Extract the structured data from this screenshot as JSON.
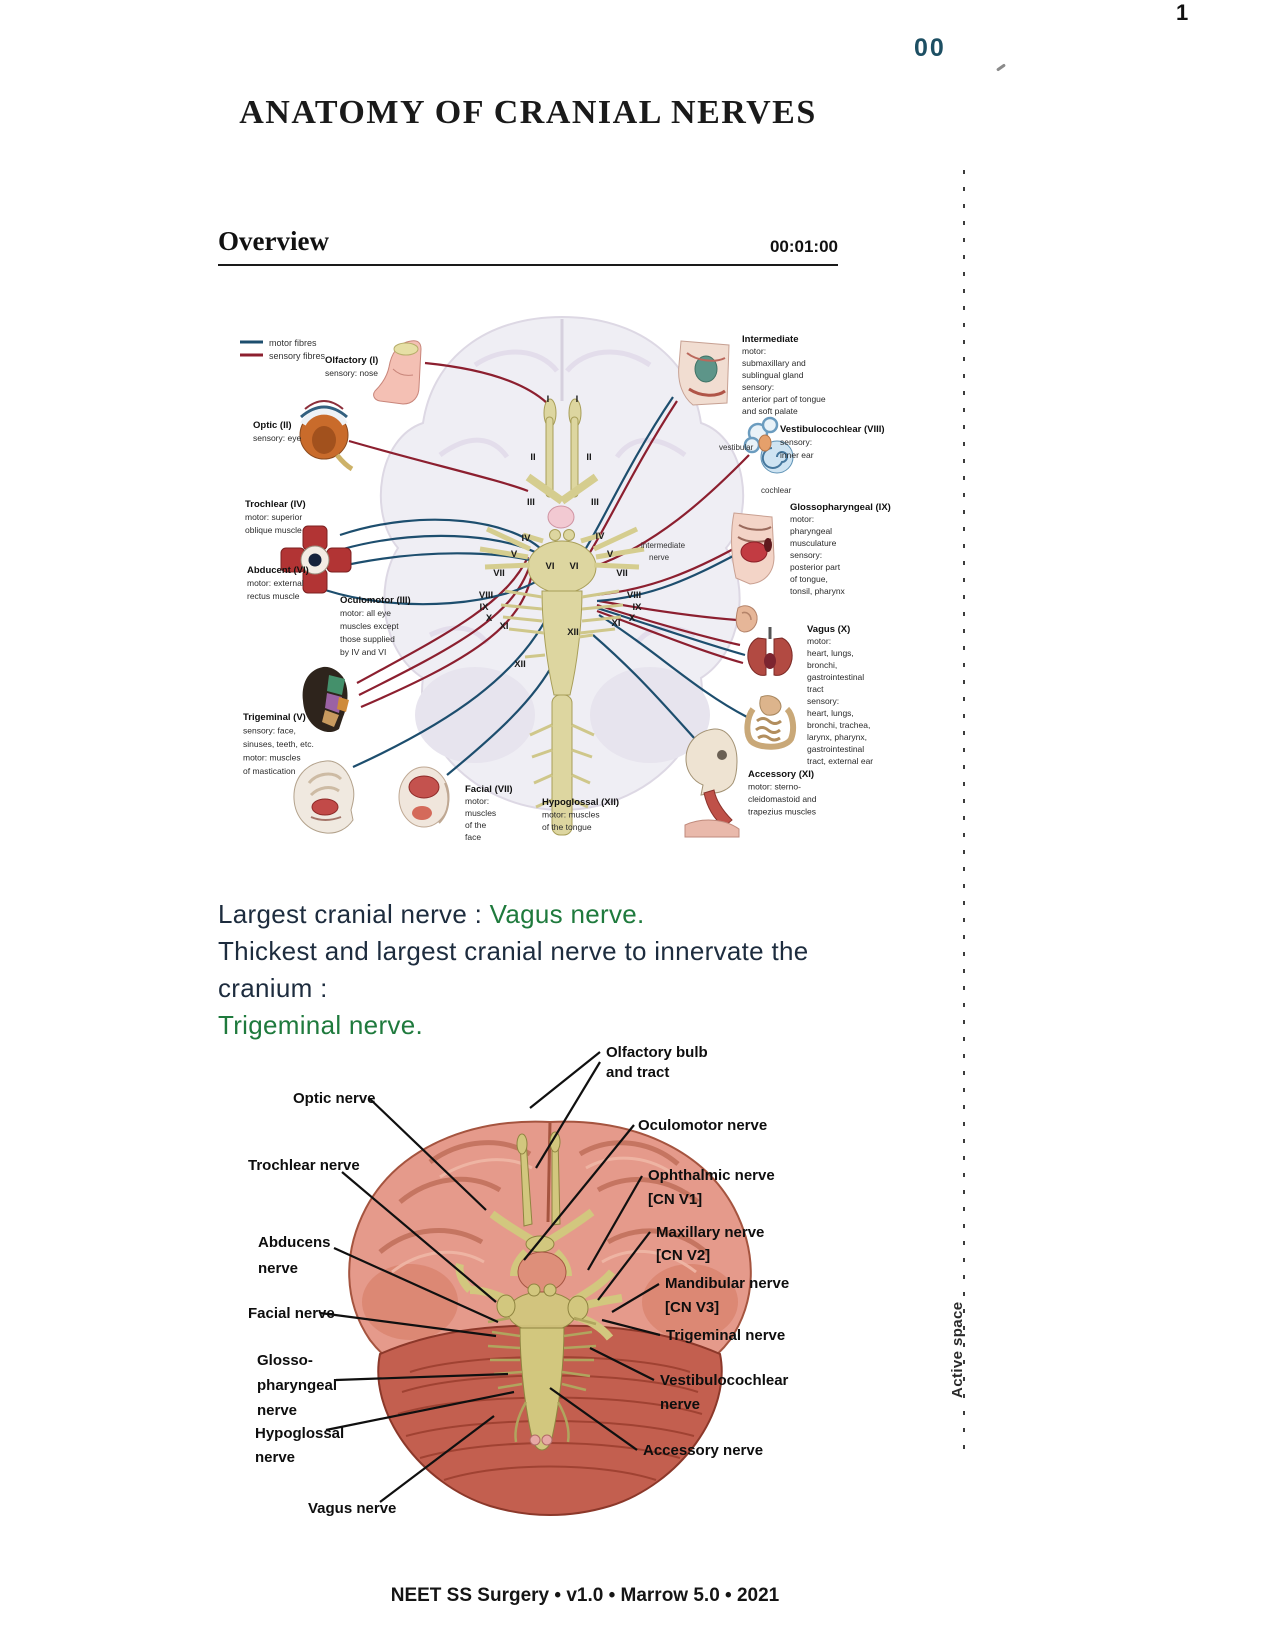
{
  "page": {
    "number": "1",
    "chapter_code": "00",
    "title": "ANATOMY OF CRANIAL NERVES",
    "margin_note": "Active space",
    "footer": "NEET SS Surgery • v1.0 • Marrow 5.0 • 2021"
  },
  "section": {
    "heading": "Overview",
    "timestamp": "00:01:00"
  },
  "colors": {
    "accent_teal": "#1d4f63",
    "motor_blue": "#1d4e6e",
    "sensory_red": "#8c1f2f",
    "note_green": "#1f7a3d",
    "note_ink": "#1d2c3e"
  },
  "figure1": {
    "legend": [
      {
        "label": "motor fibres",
        "color": "#1d4e6e"
      },
      {
        "label": "sensory fibres",
        "color": "#8c1f2f"
      }
    ],
    "numerals": [
      "I",
      "II",
      "III",
      "IV",
      "V",
      "VI",
      "VII",
      "VIII",
      "IX",
      "X",
      "XI",
      "XII"
    ],
    "left": [
      {
        "lines": [
          "Olfactory (I)",
          "sensory: nose"
        ]
      },
      {
        "lines": [
          "Optic (II)",
          "sensory: eye"
        ]
      },
      {
        "lines": [
          "Trochlear (IV)",
          "motor: superior",
          "oblique muscle"
        ]
      },
      {
        "lines": [
          "Abducent (VI)",
          "motor: external",
          "rectus muscle"
        ]
      },
      {
        "lines": [
          "Oculomotor (III)",
          "motor: all eye",
          "muscles except",
          "those supplied",
          "by IV and VI"
        ]
      },
      {
        "lines": [
          "Trigeminal (V)",
          "sensory: face,",
          "sinuses, teeth, etc.",
          "motor: muscles",
          "of mastication"
        ]
      },
      {
        "lines": [
          "Facial (VII)",
          "motor:",
          "muscles",
          "of the",
          "face"
        ]
      },
      {
        "lines": [
          "Hypoglossal (XII)",
          "motor: muscles",
          "of the tongue"
        ]
      }
    ],
    "right": [
      {
        "lines": [
          "Intermediate",
          "motor:",
          "submaxillary and",
          "sublingual gland",
          "sensory:",
          "anterior part of tongue",
          "and soft palate"
        ]
      },
      {
        "lines": [
          "Vestibulocochlear (VIII)",
          "sensory:",
          "inner ear"
        ]
      },
      {
        "lines": [
          "Glossopharyngeal (IX)",
          "motor:",
          "pharyngeal",
          "musculature",
          "sensory:",
          "posterior part",
          "of tongue,",
          "tonsil, pharynx"
        ]
      },
      {
        "lines": [
          "Vagus (X)",
          "motor:",
          "heart, lungs,",
          "bronchi,",
          "gastrointestinal",
          "tract",
          "sensory:",
          "heart, lungs,",
          "bronchi, trachea,",
          "larynx, pharynx,",
          "gastrointestinal",
          "tract, external ear"
        ]
      },
      {
        "lines": [
          "Accessory (XI)",
          "motor: sterno-",
          "cleidomastoid and",
          "trapezius muscles"
        ]
      }
    ],
    "small_labels": [
      "vestibular",
      "cochlear",
      "intermediate",
      "nerve"
    ]
  },
  "notes": {
    "line1_label": "Largest cranial nerve : ",
    "line1_answer": "Vagus nerve.",
    "line2": "Thickest and largest cranial nerve to innervate the cranium :",
    "line3_answer": "Trigeminal nerve."
  },
  "figure2": {
    "labels": [
      {
        "lines": [
          "Olfactory bulb",
          "and tract"
        ]
      },
      {
        "lines": [
          "Optic nerve"
        ]
      },
      {
        "lines": [
          "Oculomotor nerve"
        ]
      },
      {
        "lines": [
          "Trochlear nerve"
        ]
      },
      {
        "lines": [
          "Ophthalmic nerve",
          "[CN V1]"
        ]
      },
      {
        "lines": [
          "Maxillary nerve",
          "[CN V2]"
        ]
      },
      {
        "lines": [
          "Abducens",
          "nerve"
        ]
      },
      {
        "lines": [
          "Mandibular nerve",
          "[CN V3]"
        ]
      },
      {
        "lines": [
          "Facial nerve"
        ]
      },
      {
        "lines": [
          "Trigeminal nerve"
        ]
      },
      {
        "lines": [
          "Glosso-",
          "pharyngeal",
          "nerve"
        ]
      },
      {
        "lines": [
          "Vestibulocochlear",
          "nerve"
        ]
      },
      {
        "lines": [
          "Hypoglossal",
          "nerve"
        ]
      },
      {
        "lines": [
          "Accessory nerve"
        ]
      },
      {
        "lines": [
          "Vagus nerve"
        ]
      }
    ]
  }
}
